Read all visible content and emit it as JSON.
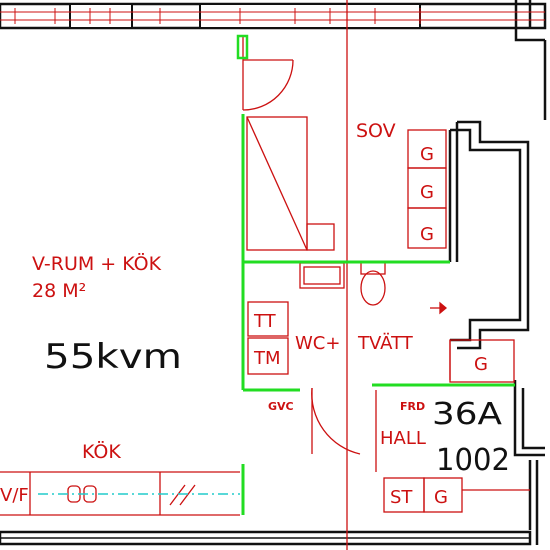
{
  "colors": {
    "wall": "#111111",
    "line": "#cc1111",
    "partition": "#22dd22",
    "pipe": "#22cccc",
    "text_red": "#cc1111",
    "text_black": "#111111"
  },
  "rooms": {
    "vrum_line1": "V-RUM + KÖK",
    "vrum_line2": "28 M²",
    "sov": "SOV",
    "wc": "WC+",
    "tvatt": "TVÄTT",
    "hall": "HALL",
    "kok": "KÖK"
  },
  "area_note": "55kvm",
  "unit": {
    "code": "36A",
    "number": "1002"
  },
  "fixtures": {
    "g": "G",
    "tt": "TT",
    "tm": "TM",
    "gvc": "GVC",
    "frd": "FRD",
    "st": "ST",
    "vf": "V/F"
  }
}
